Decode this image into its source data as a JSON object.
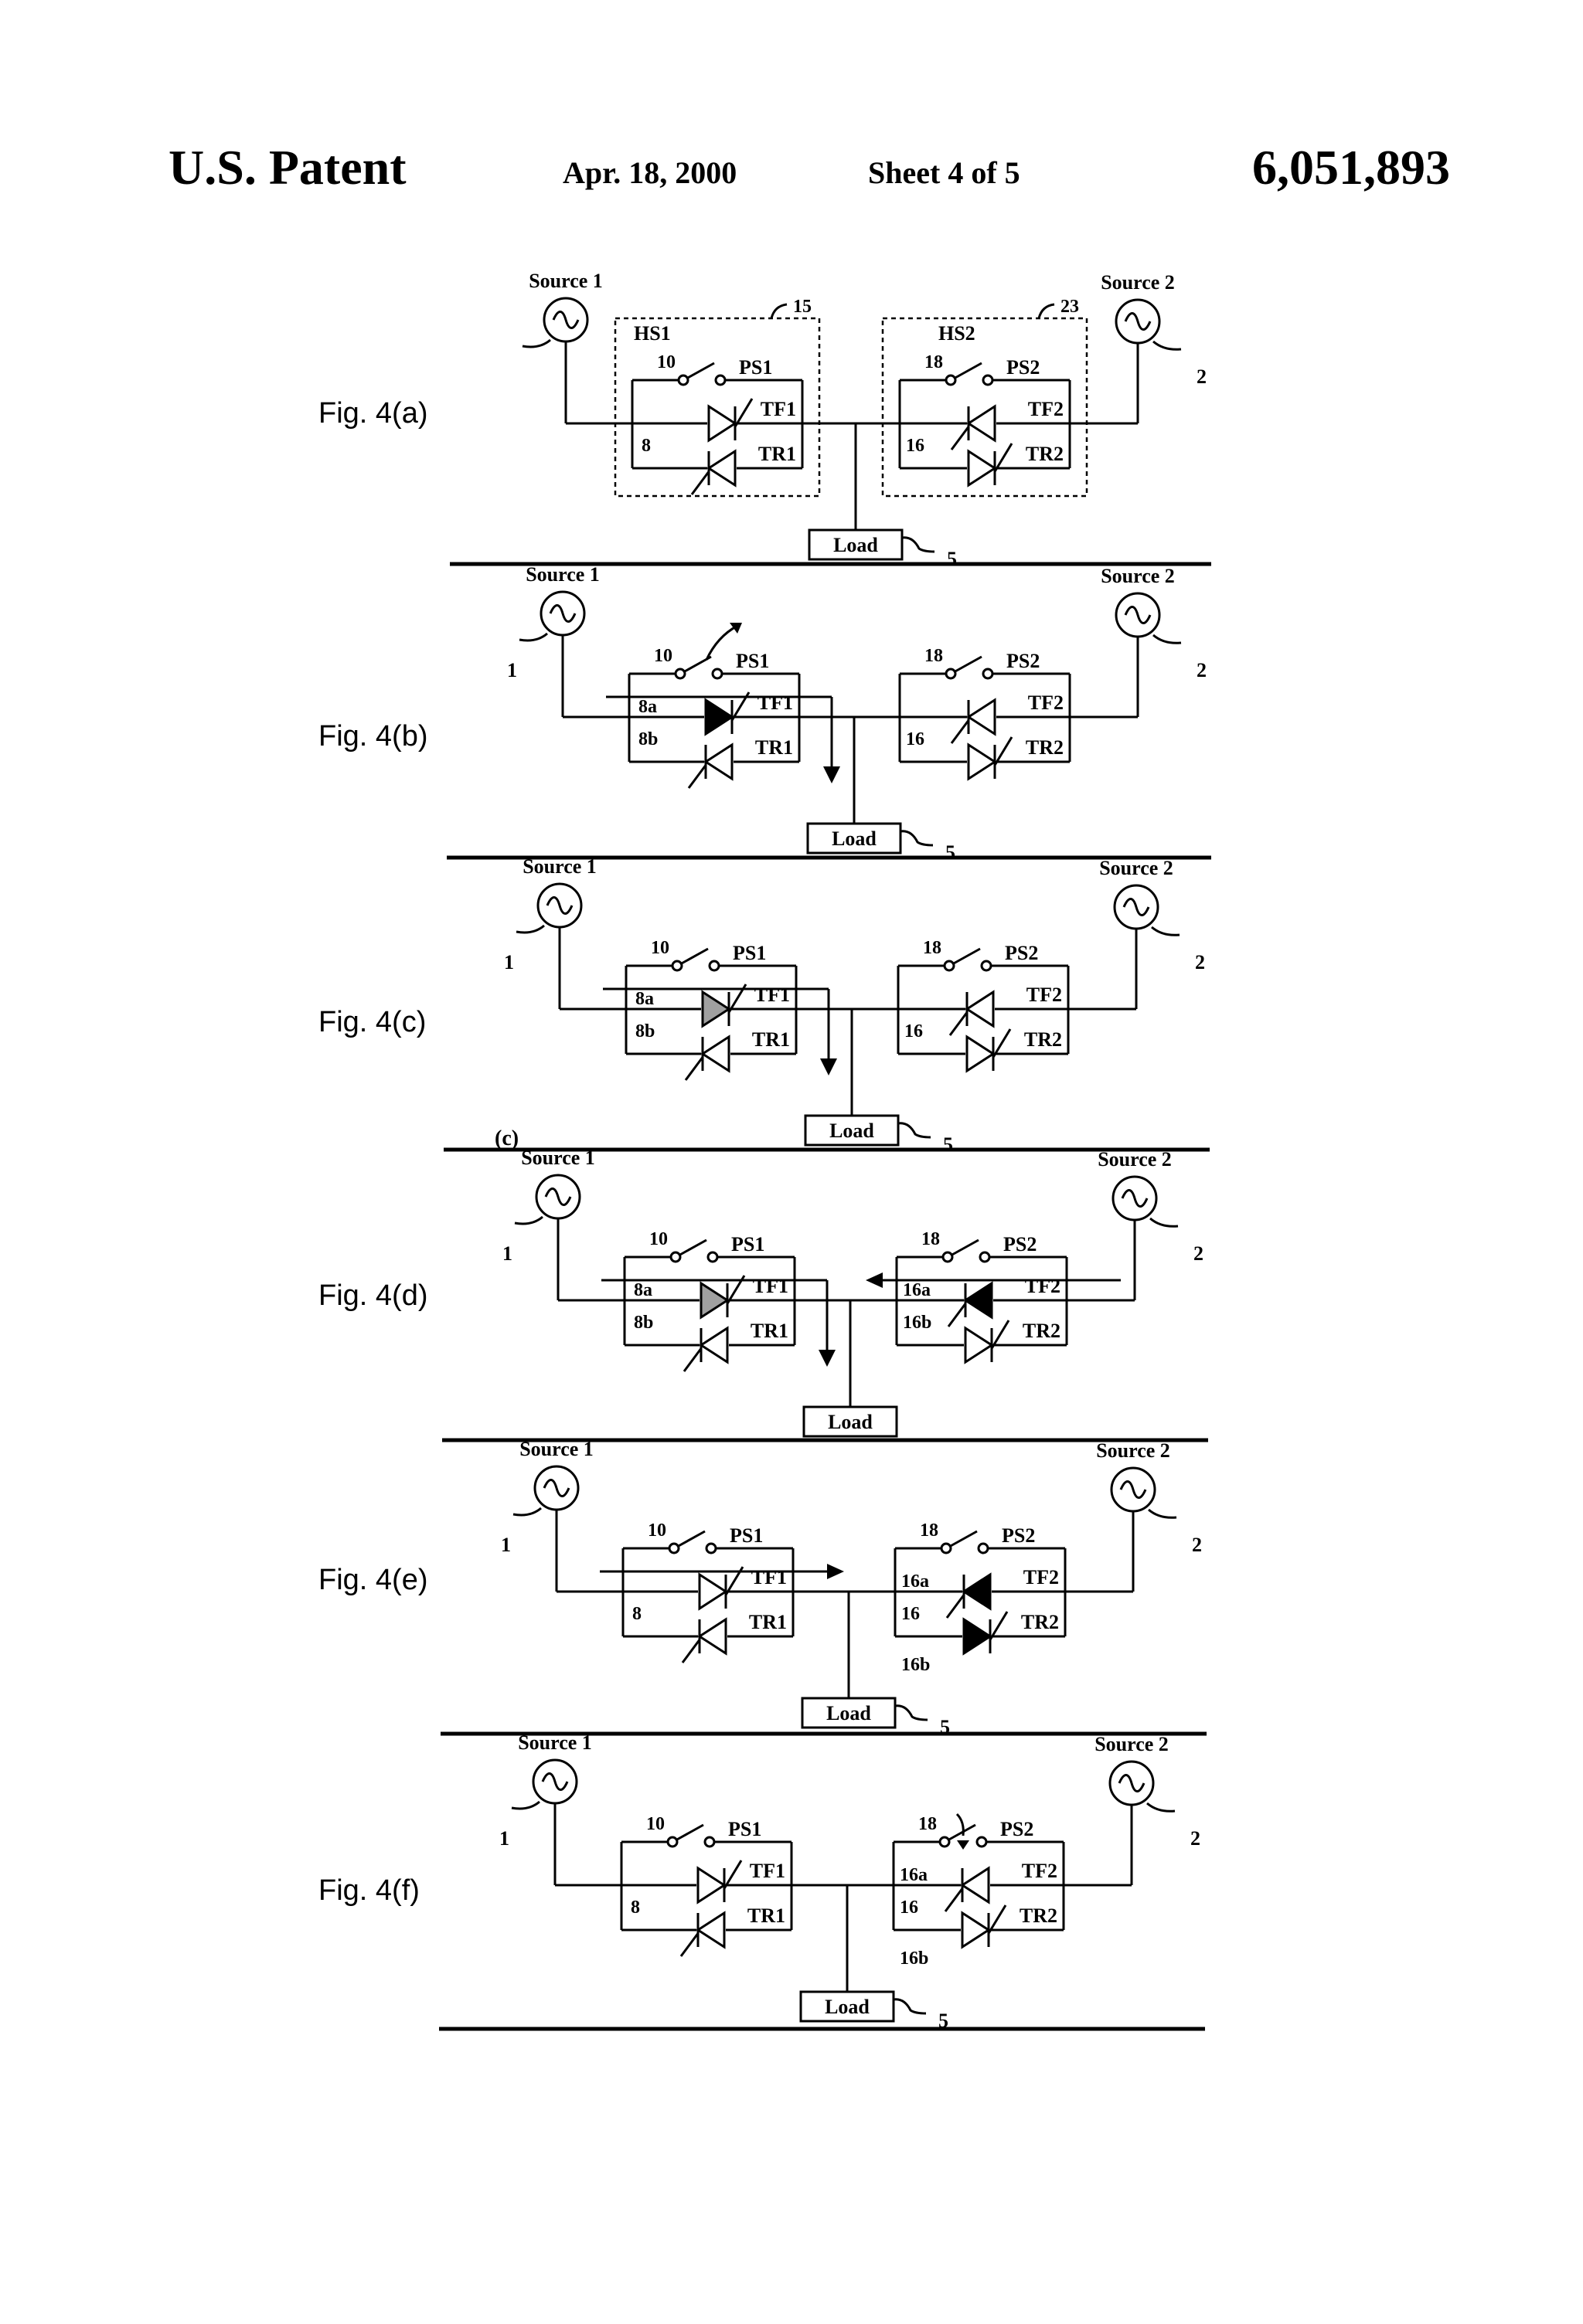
{
  "header": {
    "patent_label": "U.S. Patent",
    "date": "Apr. 18, 2000",
    "sheet": "Sheet 4 of 5",
    "patent_number": "6,051,893"
  },
  "figures": [
    {
      "id": "a",
      "label": "Fig. 4(a)",
      "source_left": "Source 1",
      "source_right": "Source 2",
      "left_ref": "",
      "right_ref": "2",
      "hs_left": "HS1",
      "hs_left_ref": "15",
      "hs_right": "HS2",
      "hs_right_ref": "23",
      "ps_left": "PS1",
      "ps_left_ref": "10",
      "ps_right": "PS2",
      "ps_right_ref": "18",
      "tf_left": "TF1",
      "tr_left": "TR1",
      "tf_right": "TF2",
      "tr_right": "TR2",
      "left_tf_ref": "",
      "left_tr_ref": "8",
      "right_tf_ref": "",
      "right_tr_ref": "16",
      "right_below_ref": "",
      "load": "Load",
      "load_ref": "5",
      "corner_note": ""
    },
    {
      "id": "b",
      "label": "Fig. 4(b)",
      "source_left": "Source 1",
      "source_right": "Source 2",
      "left_ref": "1",
      "right_ref": "2",
      "ps_left": "PS1",
      "ps_left_ref": "10",
      "ps_right": "PS2",
      "ps_right_ref": "18",
      "tf_left": "TF1",
      "tr_left": "TR1",
      "tf_right": "TF2",
      "tr_right": "TR2",
      "left_tf_ref": "8a",
      "left_tr_ref": "8b",
      "right_tf_ref": "",
      "right_tr_ref": "16",
      "right_below_ref": "",
      "load": "Load",
      "load_ref": "5",
      "corner_note": ""
    },
    {
      "id": "c",
      "label": "Fig. 4(c)",
      "source_left": "Source 1",
      "source_right": "Source 2",
      "left_ref": "1",
      "right_ref": "2",
      "ps_left": "PS1",
      "ps_left_ref": "10",
      "ps_right": "PS2",
      "ps_right_ref": "18",
      "tf_left": "TF1",
      "tr_left": "TR1",
      "tf_right": "TF2",
      "tr_right": "TR2",
      "left_tf_ref": "8a",
      "left_tr_ref": "8b",
      "right_tf_ref": "",
      "right_tr_ref": "16",
      "right_below_ref": "",
      "load": "Load",
      "load_ref": "5",
      "corner_note": "(c)"
    },
    {
      "id": "d",
      "label": "Fig. 4(d)",
      "source_left": "Source 1",
      "source_right": "Source 2",
      "left_ref": "1",
      "right_ref": "2",
      "ps_left": "PS1",
      "ps_left_ref": "10",
      "ps_right": "PS2",
      "ps_right_ref": "18",
      "tf_left": "TF1",
      "tr_left": "TR1",
      "tf_right": "TF2",
      "tr_right": "TR2",
      "left_tf_ref": "8a",
      "left_tr_ref": "8b",
      "right_tf_ref": "16a",
      "right_tr_ref": "16b",
      "right_below_ref": "",
      "load": "Load",
      "load_ref": "",
      "corner_note": ""
    },
    {
      "id": "e",
      "label": "Fig. 4(e)",
      "source_left": "Source 1",
      "source_right": "Source 2",
      "left_ref": "1",
      "right_ref": "2",
      "ps_left": "PS1",
      "ps_left_ref": "10",
      "ps_right": "PS2",
      "ps_right_ref": "18",
      "tf_left": "TF1",
      "tr_left": "TR1",
      "tf_right": "TF2",
      "tr_right": "TR2",
      "left_tf_ref": "",
      "left_tr_ref": "8",
      "right_tf_ref": "16a",
      "right_tr_ref": "16",
      "right_below_ref": "16b",
      "load": "Load",
      "load_ref": "5",
      "corner_note": ""
    },
    {
      "id": "f",
      "label": "Fig. 4(f)",
      "source_left": "Source 1",
      "source_right": "Source 2",
      "left_ref": "1",
      "right_ref": "2",
      "ps_left": "PS1",
      "ps_left_ref": "10",
      "ps_right": "PS2",
      "ps_right_ref": "18",
      "tf_left": "TF1",
      "tr_left": "TR1",
      "tf_right": "TF2",
      "tr_right": "TR2",
      "left_tf_ref": "",
      "left_tr_ref": "8",
      "right_tf_ref": "16a",
      "right_tr_ref": "16",
      "right_below_ref": "16b",
      "load": "Load",
      "load_ref": "5",
      "corner_note": ""
    }
  ]
}
